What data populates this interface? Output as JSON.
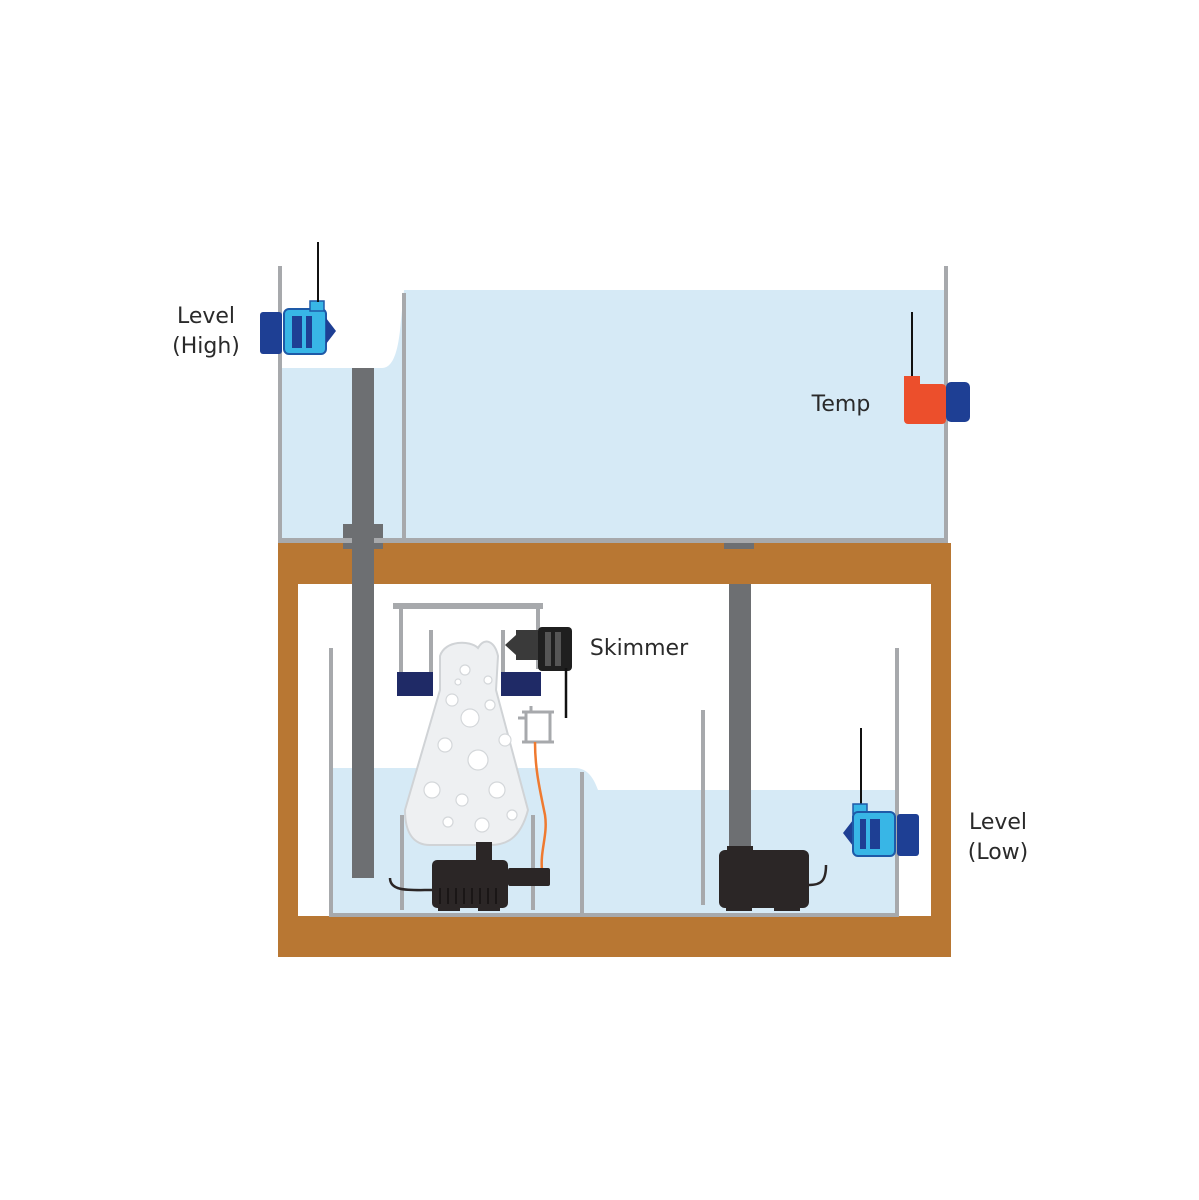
{
  "labels": {
    "level_high": [
      "Level",
      "(High)"
    ],
    "temp": "Temp",
    "skimmer": "Skimmer",
    "level_low": [
      "Level",
      "(Low)"
    ]
  },
  "icons": {
    "level_high": "float-level-sensor-icon",
    "temp": "temperature-probe-icon",
    "skimmer": "skimmer-controller-icon",
    "level_low": "float-level-sensor-icon"
  },
  "colors": {
    "water": "#d6eaf6",
    "glass": "#a7a9ac",
    "pipe": "#6d6f72",
    "stand": "#b87733",
    "sensor_blue": "#1e3f94",
    "sensor_cyan": "#38b6e6",
    "temp_probe": "#ec4f2c",
    "pump": "#2b2626",
    "skimmer_body": "#eef0f2",
    "skimmer_cup": "#1f2a66",
    "tubing": "#ef7a30"
  }
}
